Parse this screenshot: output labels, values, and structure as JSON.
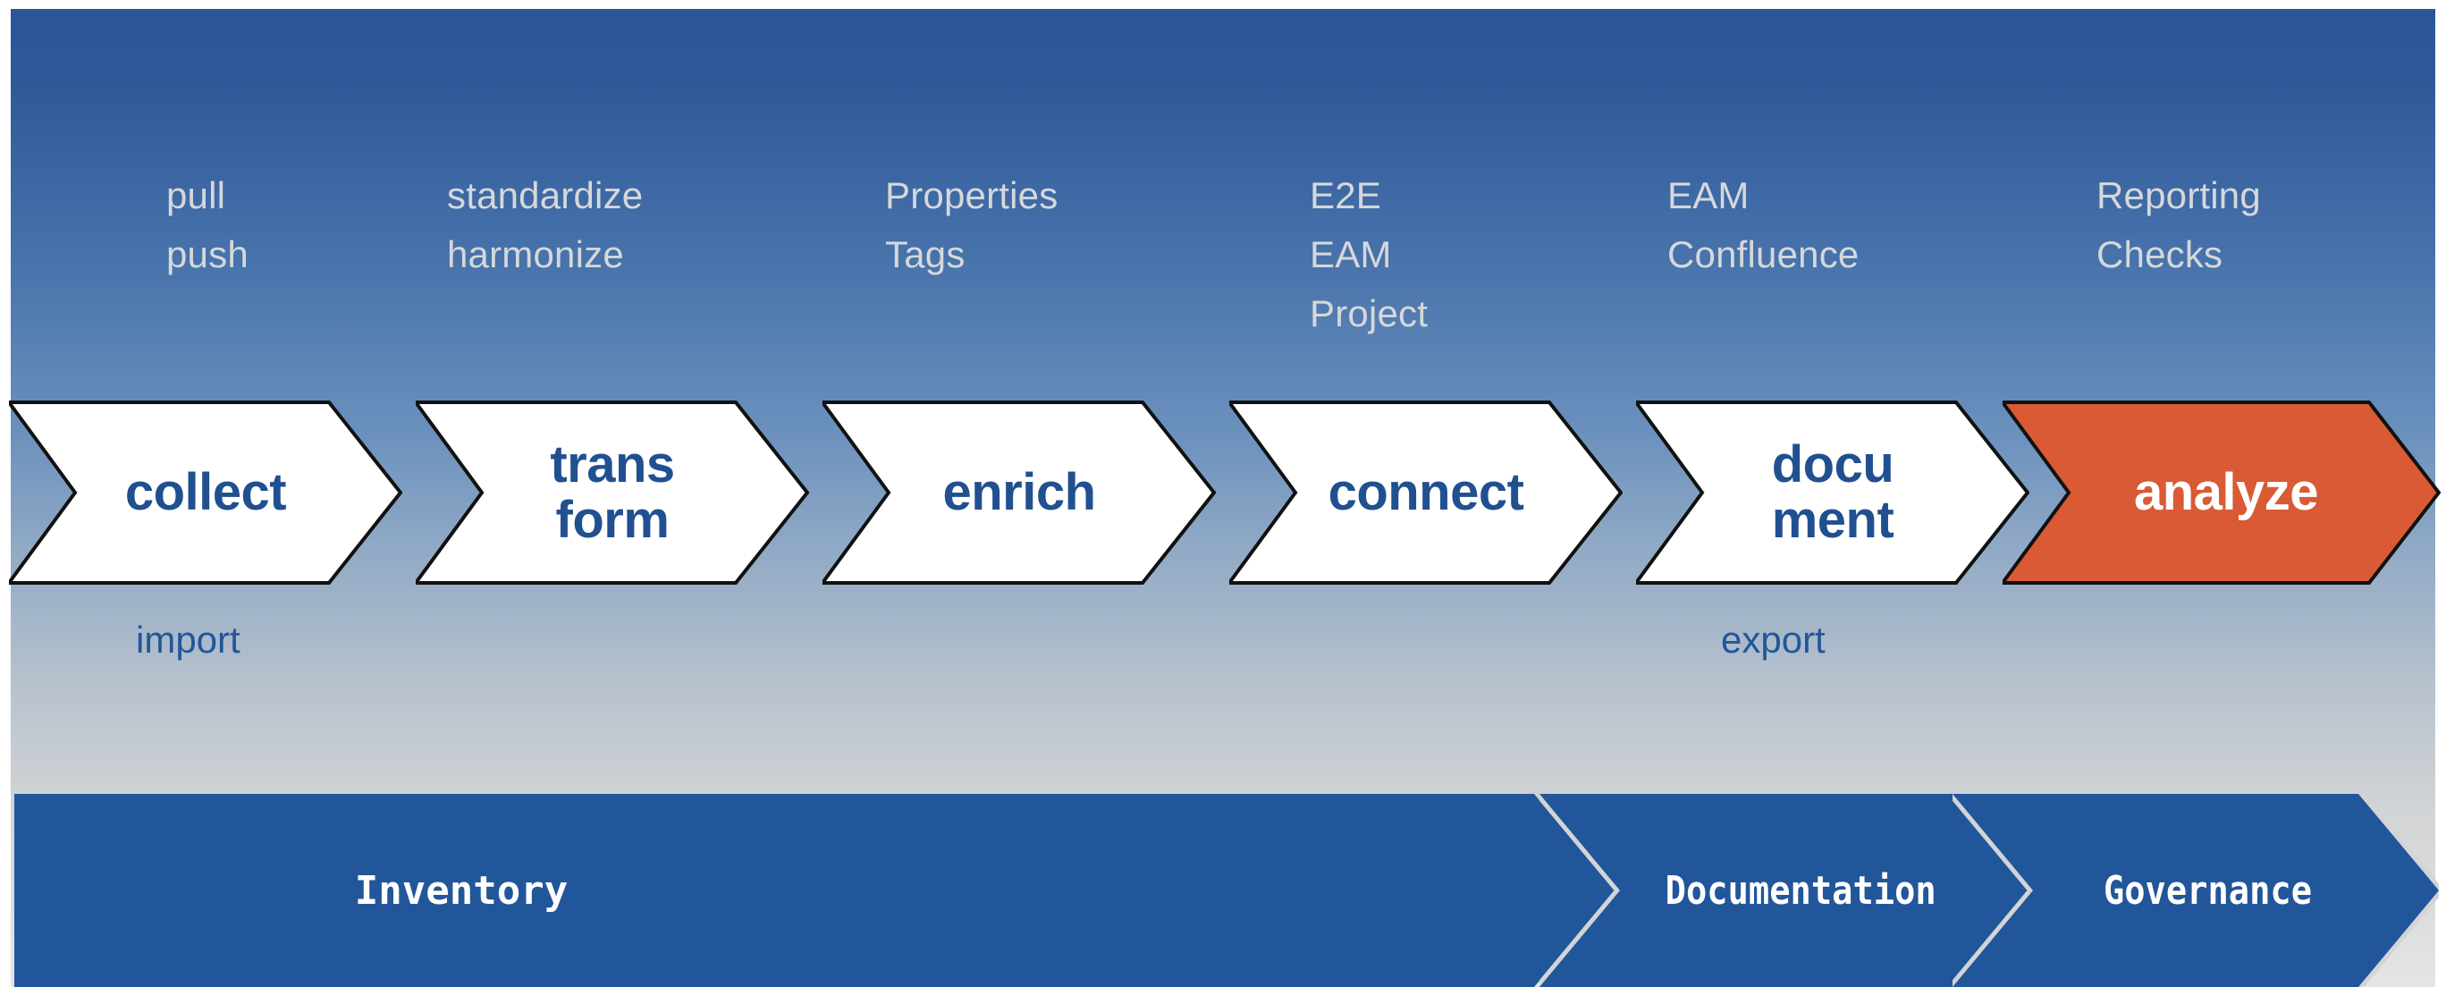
{
  "diagram": {
    "title": "Data lifecycle process chevron diagram",
    "colors": {
      "gradient_top": "#2a5596",
      "gradient_bottom": "#e4e5e6",
      "chevron_fill": "#ffffff",
      "chevron_stroke": "#1a1a1a",
      "chevron_text": "#215091",
      "accent_fill": "#d95a35",
      "accent_text": "#ffffff",
      "keyword_text": "#d5d8da",
      "io_text": "#22569a",
      "band_fill": "#22569a",
      "band_divider": "#d2d4d6",
      "band_text": "#ffffff"
    },
    "keyword_columns": [
      {
        "name": "collect-keywords",
        "lines": [
          "pull",
          "push"
        ]
      },
      {
        "name": "transform-keywords",
        "lines": [
          "standardize",
          "harmonize"
        ]
      },
      {
        "name": "enrich-keywords",
        "lines": [
          "Properties",
          "Tags"
        ]
      },
      {
        "name": "connect-keywords",
        "lines": [
          "E2E",
          "EAM",
          "Project"
        ]
      },
      {
        "name": "document-keywords",
        "lines": [
          "EAM",
          "Confluence"
        ]
      },
      {
        "name": "analyze-keywords",
        "lines": [
          "Reporting",
          "Checks"
        ]
      }
    ],
    "process_steps": [
      {
        "name": "collect",
        "lines": [
          "collect"
        ],
        "highlight": false
      },
      {
        "name": "transform",
        "lines": [
          "trans",
          "form"
        ],
        "highlight": false
      },
      {
        "name": "enrich",
        "lines": [
          "enrich"
        ],
        "highlight": false
      },
      {
        "name": "connect",
        "lines": [
          "connect"
        ],
        "highlight": false
      },
      {
        "name": "document",
        "lines": [
          "docu",
          "ment"
        ],
        "highlight": false
      },
      {
        "name": "analyze",
        "lines": [
          "analyze"
        ],
        "highlight": true
      }
    ],
    "io_labels": [
      {
        "name": "import",
        "text": "import"
      },
      {
        "name": "export",
        "text": "export"
      }
    ],
    "bottom_band": [
      {
        "name": "inventory",
        "text": "Inventory"
      },
      {
        "name": "documentation",
        "text": "Documentation"
      },
      {
        "name": "governance",
        "text": "Governance"
      }
    ]
  }
}
